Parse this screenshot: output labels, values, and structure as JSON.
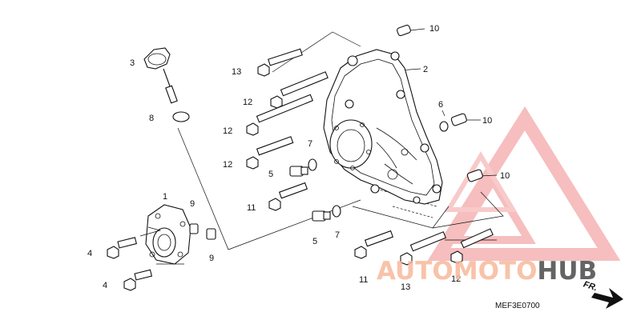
{
  "diagram": {
    "callouts": [
      {
        "id": "c1",
        "label": "1"
      },
      {
        "id": "c2",
        "label": "2"
      },
      {
        "id": "c3",
        "label": "3"
      },
      {
        "id": "c4a",
        "label": "4"
      },
      {
        "id": "c4b",
        "label": "4"
      },
      {
        "id": "c5a",
        "label": "5"
      },
      {
        "id": "c5b",
        "label": "5"
      },
      {
        "id": "c6",
        "label": "6"
      },
      {
        "id": "c7a",
        "label": "7"
      },
      {
        "id": "c7b",
        "label": "7"
      },
      {
        "id": "c8",
        "label": "8"
      },
      {
        "id": "c9a",
        "label": "9"
      },
      {
        "id": "c9b",
        "label": "9"
      },
      {
        "id": "c10a",
        "label": "10"
      },
      {
        "id": "c10b",
        "label": "10"
      },
      {
        "id": "c10c",
        "label": "10"
      },
      {
        "id": "c11a",
        "label": "11"
      },
      {
        "id": "c11b",
        "label": "11"
      },
      {
        "id": "c12a",
        "label": "12"
      },
      {
        "id": "c12b",
        "label": "12"
      },
      {
        "id": "c12c",
        "label": "12"
      },
      {
        "id": "c12d",
        "label": "12"
      },
      {
        "id": "c13a",
        "label": "13"
      },
      {
        "id": "c13b",
        "label": "13"
      }
    ],
    "diagram_code": "MEF3E0700",
    "front_indicator": "FR."
  },
  "watermark": {
    "part1": "AUTO",
    "part2": "MOTO",
    "part3": "HUB",
    "color_light": "#f7b99b",
    "color_dark": "#4a4a4a"
  }
}
